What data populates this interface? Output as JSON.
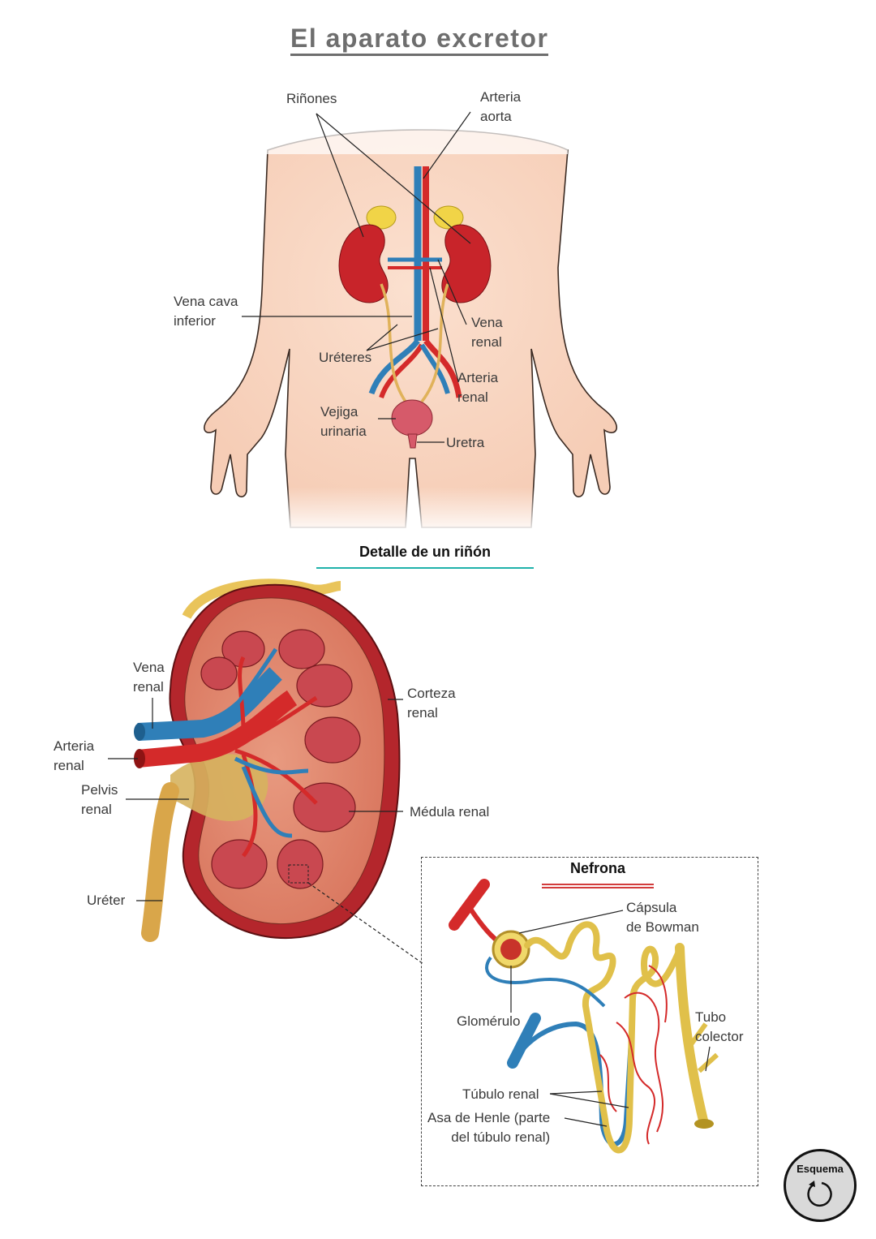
{
  "title": "El aparato excretor",
  "body_labels": {
    "rinones": "Riñones",
    "arteria_aorta": [
      "Arteria",
      "aorta"
    ],
    "vena_cava": [
      "Vena cava",
      "inferior"
    ],
    "vena_renal": [
      "Vena",
      "renal"
    ],
    "ureteres": "Uréteres",
    "arteria_renal": [
      "Arteria",
      "renal"
    ],
    "vejiga": [
      "Vejiga",
      "urinaria"
    ],
    "uretra": "Uretra"
  },
  "kidney_section": {
    "title": "Detalle de un riñón",
    "labels": {
      "vena_renal": [
        "Vena",
        "renal"
      ],
      "arteria_renal": [
        "Arteria",
        "renal"
      ],
      "pelvis_renal": [
        "Pelvis",
        "renal"
      ],
      "ureter": "Uréter",
      "corteza_renal": [
        "Corteza",
        "renal"
      ],
      "medula_renal": "Médula renal"
    }
  },
  "nephron": {
    "title": "Nefrona",
    "labels": {
      "capsula": [
        "Cápsula",
        "de Bowman"
      ],
      "glomerulo": "Glomérulo",
      "tubo_colector": [
        "Tubo",
        "colector"
      ],
      "tubulo_renal": "Túbulo renal",
      "asa_henle": [
        "Asa de Henle (parte",
        "del túbulo renal)"
      ]
    }
  },
  "button": {
    "label": "Esquema",
    "icon": "rotate-arrow-icon"
  },
  "colors": {
    "artery": "#d42a2a",
    "vein": "#2f7fb8",
    "ureter": "#e0b25a",
    "kidney": "#c8242a",
    "skin": "#f9d6c2",
    "accent_teal": "#20b2aa",
    "accent_red": "#d23c3c"
  }
}
